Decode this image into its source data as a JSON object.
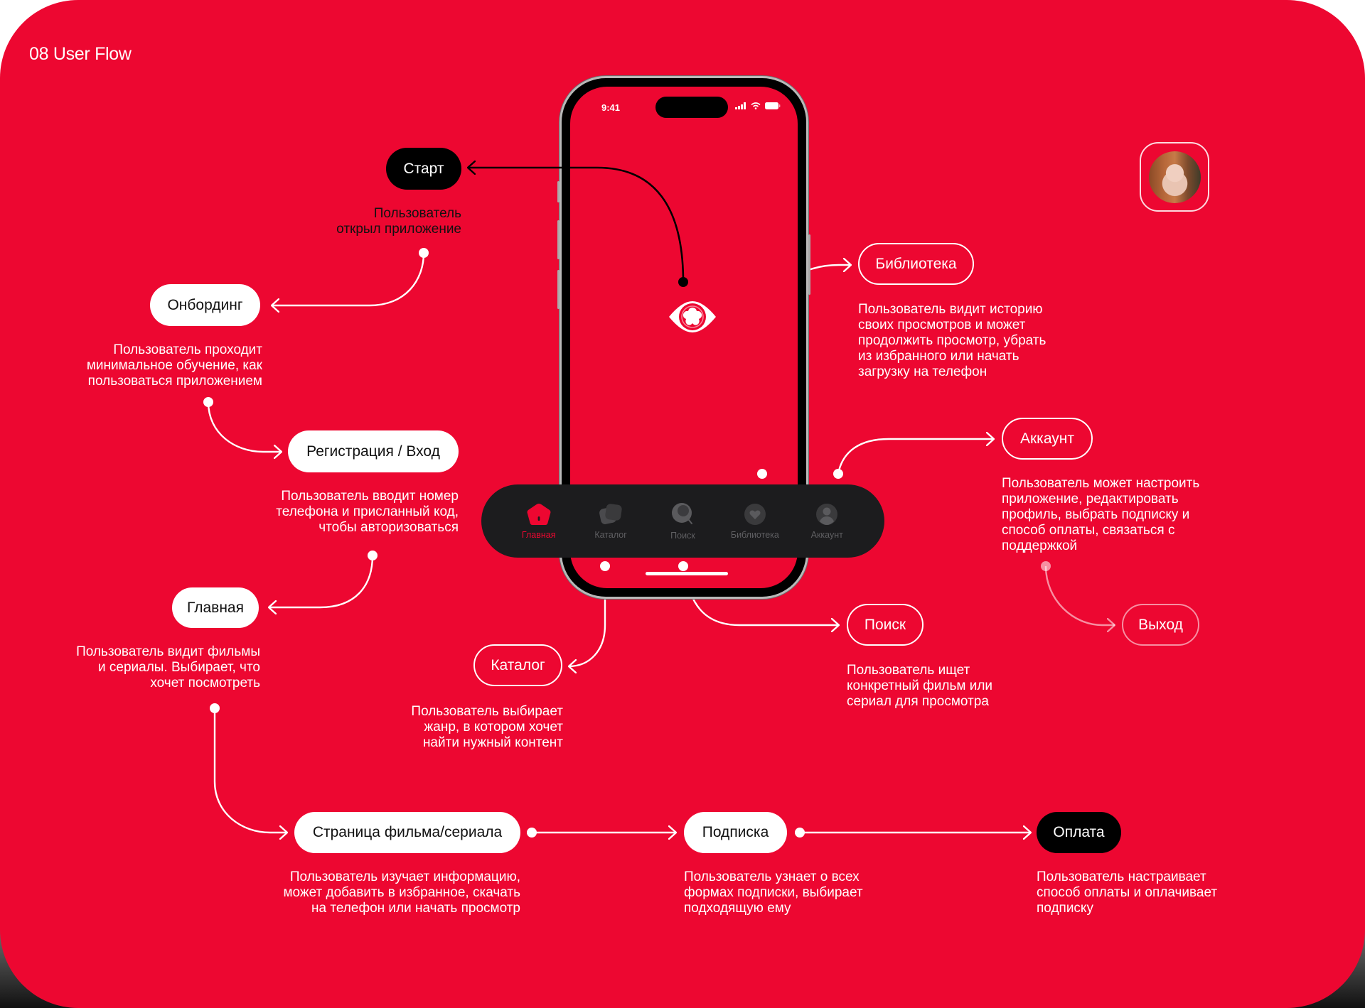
{
  "title": "08 User Flow",
  "colors": {
    "background": "#ED0731",
    "nav_bar": "#1C1C1E",
    "active": "#ED0731",
    "inactive": "#5F5F62"
  },
  "phone": {
    "status_time": "9:41",
    "logo_icon": "eye-flower-logo-icon",
    "tabs": [
      {
        "label": "Главная",
        "icon": "home-icon",
        "active": true
      },
      {
        "label": "Каталог",
        "icon": "catalog-cards-icon",
        "active": false
      },
      {
        "label": "Поиск",
        "icon": "search-icon",
        "active": false
      },
      {
        "label": "Библиотека",
        "icon": "heart-icon",
        "active": false
      },
      {
        "label": "Аккаунт",
        "icon": "user-icon",
        "active": false
      }
    ]
  },
  "nodes": {
    "start": {
      "label": "Старт",
      "desc": "Пользователь\nоткрыл приложение"
    },
    "onboarding": {
      "label": "Онбординг",
      "desc": "Пользователь проходит\nминимальное обучение, как\nпользоваться приложением"
    },
    "registration": {
      "label": "Регистрация / Вход",
      "desc": "Пользователь вводит номер\nтелефона и присланный код,\nчтобы авторизоваться"
    },
    "home": {
      "label": "Главная",
      "desc": "Пользователь видит фильмы\nи сериалы. Выбирает, что\nхочет посмотреть"
    },
    "title_page": {
      "label": "Страница фильма/сериала",
      "desc": "Пользователь изучает информацию,\nможет добавить в избранное, скачать\nна телефон или начать просмотр"
    },
    "subscription": {
      "label": "Подписка",
      "desc": "Пользователь узнает о всех\nформах подписки, выбирает\nподходящую ему"
    },
    "payment": {
      "label": "Оплата",
      "desc": "Пользователь настраивает\nспособ оплаты и оплачивает\nподписку"
    },
    "catalog": {
      "label": "Каталог",
      "desc": "Пользователь выбирает\nжанр, в котором хочет\nнайти нужный контент"
    },
    "search": {
      "label": "Поиск",
      "desc": "Пользователь ищет\nконкретный фильм или\nсериал для просмотра"
    },
    "library": {
      "label": "Библиотека",
      "desc": "Пользователь видит историю\nсвоих просмотров и может\nпродолжить просмотр, убрать\nиз избранного или начать\nзагрузку на телефон"
    },
    "account": {
      "label": "Аккаунт",
      "desc": "Пользователь может настроить\nприложение, редактировать\nпрофиль, выбрать подписку и\nспособ оплаты, связаться с\nподдержкой"
    },
    "exit": {
      "label": "Выход"
    }
  },
  "persona": {
    "icon": "user-avatar-photo"
  }
}
